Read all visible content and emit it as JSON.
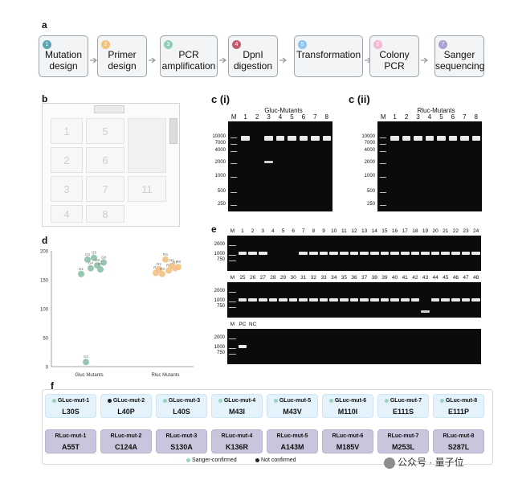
{
  "panel_labels": {
    "a": "a",
    "b": "b",
    "c1": "c (i)",
    "c2": "c (ii)",
    "d": "d",
    "e": "e",
    "f": "f"
  },
  "workflow": [
    {
      "num": "1",
      "label": "Mutation\ndesign",
      "color": "#5aa6b3"
    },
    {
      "num": "2",
      "label": "Primer\ndesign",
      "color": "#f5c27a"
    },
    {
      "num": "3",
      "label": "PCR\namplification",
      "color": "#8fd0b5"
    },
    {
      "num": "4",
      "label": "DpnI\ndigestion",
      "color": "#c45a6e"
    },
    {
      "num": "5",
      "label": "Transformation",
      "color": "#8cc4ef"
    },
    {
      "num": "6",
      "label": "Colony\nPCR",
      "color": "#f5b8d0"
    },
    {
      "num": "7",
      "label": "Sanger\nsequencing",
      "color": "#a9a0cf"
    }
  ],
  "layout_b": {
    "cells": [
      "1",
      "2",
      "3",
      "4",
      "5",
      "6",
      "7",
      "8",
      "11"
    ]
  },
  "gel_c1": {
    "title": "Gluc-Mutants",
    "lanes": [
      "M",
      "1",
      "2",
      "3",
      "4",
      "5",
      "6",
      "7",
      "8"
    ],
    "ladder": [
      "10000",
      "7000",
      "4000",
      "2000",
      "1000",
      "500",
      "250"
    ],
    "bands": [
      1,
      0,
      1,
      1,
      1,
      1,
      1,
      1
    ],
    "extra_band_lane": 3
  },
  "gel_c2": {
    "title": "Rluc-Mutants",
    "lanes": [
      "M",
      "1",
      "2",
      "3",
      "4",
      "5",
      "6",
      "7",
      "8"
    ],
    "ladder": [
      "10000",
      "7000",
      "4000",
      "2000",
      "1000",
      "500",
      "250"
    ],
    "bands": [
      1,
      1,
      1,
      1,
      1,
      1,
      1,
      1
    ]
  },
  "gel_e": {
    "row1_lanes": [
      "M",
      "1",
      "2",
      "3",
      "4",
      "5",
      "6",
      "7",
      "8",
      "9",
      "10",
      "11",
      "12",
      "13",
      "14",
      "15",
      "16",
      "17",
      "18",
      "19",
      "20",
      "21",
      "22",
      "23",
      "24"
    ],
    "row2_lanes": [
      "M",
      "25",
      "26",
      "27",
      "28",
      "29",
      "30",
      "31",
      "32",
      "33",
      "34",
      "35",
      "36",
      "37",
      "38",
      "39",
      "40",
      "41",
      "42",
      "43",
      "44",
      "45",
      "46",
      "47",
      "48"
    ],
    "row3_lanes": [
      "M",
      "PC",
      "NC"
    ],
    "ladder": [
      "2000",
      "1000",
      "750"
    ],
    "row1_bands": [
      1,
      1,
      1,
      0,
      0,
      0,
      1,
      1,
      1,
      1,
      1,
      1,
      1,
      1,
      1,
      1,
      1,
      1,
      1,
      1,
      1,
      1,
      1,
      1
    ],
    "row2_bands": [
      1,
      1,
      1,
      1,
      1,
      1,
      1,
      1,
      1,
      1,
      1,
      1,
      1,
      1,
      1,
      1,
      1,
      1,
      0,
      1,
      1,
      1,
      1,
      1
    ],
    "row3_bands": [
      1,
      0
    ]
  },
  "chart_data": {
    "type": "scatter",
    "title": "",
    "xlabel": "",
    "ylabel": "",
    "categories": [
      "Gluc Mutants",
      "Rluc Mutants"
    ],
    "ylim": [
      0,
      200
    ],
    "yticks": [
      0,
      50,
      100,
      150,
      200
    ],
    "series": [
      {
        "name": "",
        "color": "#8dbfa6",
        "points": [
          {
            "label": "G1",
            "cat": 0,
            "offset": -0.25,
            "y": 160
          },
          {
            "label": "G2",
            "cat": 0,
            "offset": -0.1,
            "y": 8
          },
          {
            "label": "G3",
            "cat": 0,
            "offset": -0.05,
            "y": 185
          },
          {
            "label": "G4",
            "cat": 0,
            "offset": 0.05,
            "y": 170
          },
          {
            "label": "G5",
            "cat": 0,
            "offset": 0.15,
            "y": 188
          },
          {
            "label": "G6",
            "cat": 0,
            "offset": 0.25,
            "y": 175
          },
          {
            "label": "G7",
            "cat": 0,
            "offset": 0.35,
            "y": 168
          },
          {
            "label": "G8",
            "cat": 0,
            "offset": 0.45,
            "y": 180
          }
        ]
      },
      {
        "name": "",
        "color": "#f3c182",
        "points": [
          {
            "label": "R1",
            "cat": 1,
            "offset": -0.3,
            "y": 162
          },
          {
            "label": "R2",
            "cat": 1,
            "offset": -0.2,
            "y": 168
          },
          {
            "label": "R3",
            "cat": 1,
            "offset": -0.1,
            "y": 160
          },
          {
            "label": "R4",
            "cat": 1,
            "offset": 0.0,
            "y": 185
          },
          {
            "label": "R5",
            "cat": 1,
            "offset": 0.1,
            "y": 166
          },
          {
            "label": "R6",
            "cat": 1,
            "offset": 0.2,
            "y": 174
          },
          {
            "label": "R7",
            "cat": 1,
            "offset": 0.3,
            "y": 170
          },
          {
            "label": "R8",
            "cat": 1,
            "offset": 0.4,
            "y": 172
          }
        ]
      }
    ]
  },
  "mutants_gluc": [
    {
      "name": "GLuc-mut-1",
      "mutation": "L30S",
      "confirmed": true
    },
    {
      "name": "GLuc-mut-2",
      "mutation": "L40P",
      "confirmed": false
    },
    {
      "name": "GLuc-mut-3",
      "mutation": "L40S",
      "confirmed": true
    },
    {
      "name": "GLuc-mut-4",
      "mutation": "M43I",
      "confirmed": true
    },
    {
      "name": "GLuc-mut-5",
      "mutation": "M43V",
      "confirmed": true
    },
    {
      "name": "GLuc-mut-6",
      "mutation": "M110I",
      "confirmed": true
    },
    {
      "name": "GLuc-mut-7",
      "mutation": "E111S",
      "confirmed": true
    },
    {
      "name": "GLuc-mut-8",
      "mutation": "E111P",
      "confirmed": true
    }
  ],
  "mutants_rluc": [
    {
      "name": "RLuc-mut-1",
      "mutation": "A55T"
    },
    {
      "name": "RLuc-mut-2",
      "mutation": "C124A"
    },
    {
      "name": "RLuc-mut-3",
      "mutation": "S130A"
    },
    {
      "name": "RLuc-mut-4",
      "mutation": "K136R"
    },
    {
      "name": "RLuc-mut-5",
      "mutation": "A143M"
    },
    {
      "name": "RLuc-mut-6",
      "mutation": "M185V"
    },
    {
      "name": "RLuc-mut-7",
      "mutation": "M253L"
    },
    {
      "name": "RLuc-mut-8",
      "mutation": "S287L"
    }
  ],
  "legend_f": {
    "confirmed": "Sanger-confirmed",
    "not_confirmed": "Not confirmed",
    "confirmed_color": "#9bd3c0",
    "not_confirmed_color": "#222222"
  },
  "watermark": "公众号 · 量子位"
}
